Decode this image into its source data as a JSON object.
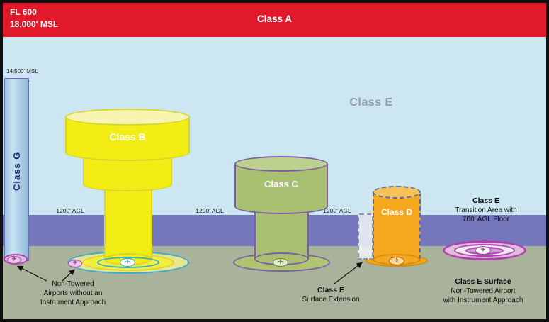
{
  "header": {
    "fl600": "FL 600",
    "msl18000": "18,000' MSL",
    "class_a": "Class A"
  },
  "sky": {
    "class_e": "Class E",
    "msl14500": "14,500' MSL"
  },
  "airspaces": {
    "class_g": "Class G",
    "class_b": "Class B",
    "class_c": "Class C",
    "class_d": "Class D"
  },
  "agl": {
    "b": "1200' AGL",
    "c": "1200' AGL",
    "d": "1200' AGL"
  },
  "annotations": {
    "transition": {
      "title": "Class E",
      "line2": "Transition Area with",
      "line3": "700' AGL Floor"
    },
    "surface": {
      "title": "Class E Surface",
      "line2": "Non-Towered Airport",
      "line3": "with Instrument Approach"
    },
    "extension": {
      "title": "Class E",
      "line2": "Surface Extension"
    },
    "non_towered": {
      "line1": "Non-Towered",
      "line2": "Airports without an",
      "line3": "Instrument Approach"
    }
  },
  "icons": {
    "airport": "✈"
  },
  "colors": {
    "class_a_band": "#e0192b",
    "sky_class_e": "#cde7f2",
    "transition_band_1200agl": "#7477bc",
    "ground": "#a9b29b",
    "class_b_yellow": "#f2ee15",
    "class_c_green": "#a9bf72",
    "class_d_orange": "#f5a71d",
    "class_e_magenta": "#b23fb2",
    "class_g_blue": "#b3d4ea"
  }
}
